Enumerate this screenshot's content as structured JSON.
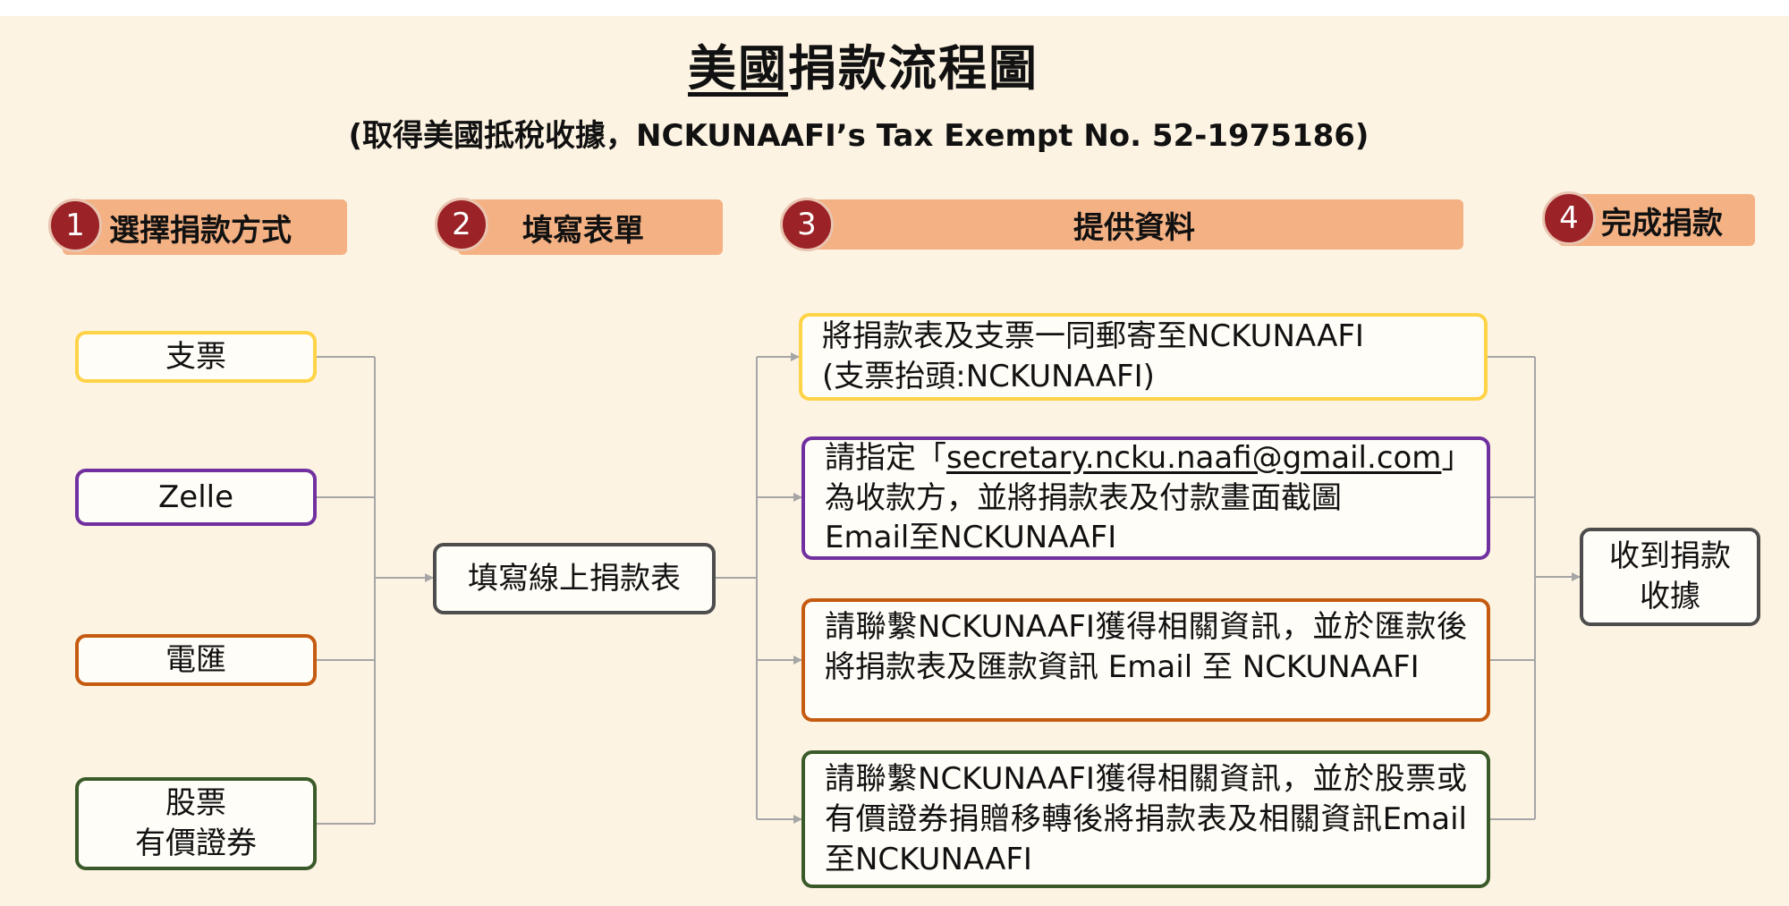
{
  "title": {
    "prefix": "美國",
    "rest": "捐款流程圖"
  },
  "subtitle": "(取得美國抵稅收據，NCKUNAAFI’s Tax Exempt No. 52-1975186)",
  "steps": [
    {
      "number": "1",
      "label": "選擇捐款方式"
    },
    {
      "number": "2",
      "label": "填寫表單"
    },
    {
      "number": "3",
      "label": "提供資料"
    },
    {
      "number": "4",
      "label": "完成捐款"
    }
  ],
  "methods": [
    {
      "line1": "支票",
      "line2": ""
    },
    {
      "line1": "Zelle",
      "line2": ""
    },
    {
      "line1": "電匯",
      "line2": ""
    },
    {
      "line1": "股票",
      "line2": "有價證券"
    }
  ],
  "form": {
    "label": "填寫線上捐款表"
  },
  "details": {
    "check": {
      "line1": "將捐款表及支票一同郵寄至NCKUNAAFI",
      "line2": "(支票抬頭:NCKUNAAFI)"
    },
    "zelle": {
      "before": "請指定「",
      "email": "secretary.ncku.naafi@gmail.com",
      "after": "」",
      "line2": "為收款方，並將捐款表及付款畫面截圖",
      "line3": "Email至NCKUNAAFI"
    },
    "wire": {
      "text": "請聯繫NCKUNAAFI獲得相關資訊，並於匯款後將捐款表及匯款資訊 Email 至 NCKUNAAFI"
    },
    "stock": {
      "text": "請聯繫NCKUNAAFI獲得相關資訊，並於股票或有價證券捐贈移轉後將捐款表及相關資訊Email至NCKUNAAFI"
    }
  },
  "result": {
    "line1": "收到捐款",
    "line2": "收據"
  },
  "colors": {
    "background": "#fdf3e2",
    "step_bar": "#f4b183",
    "step_circle": "#9b2226",
    "check": "#ffd347",
    "zelle": "#7030a0",
    "wire": "#c55a11",
    "stock": "#3a5a2a",
    "neutral": "#4d4d4d",
    "connector": "#a6a6a6"
  }
}
